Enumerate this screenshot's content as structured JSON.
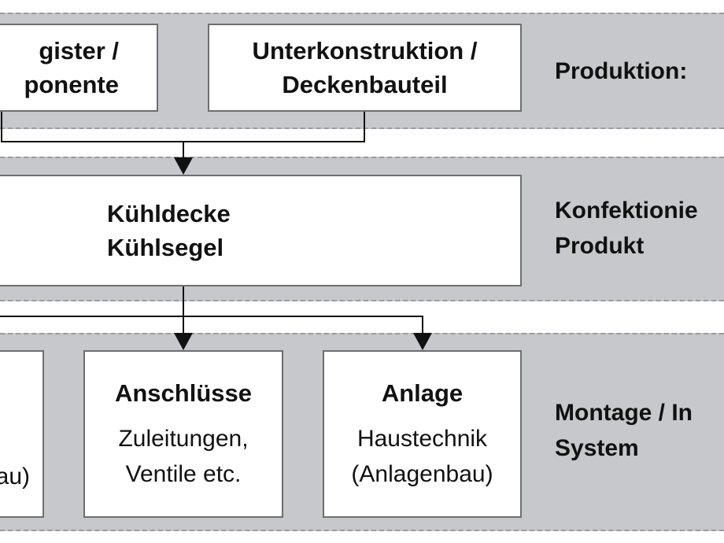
{
  "levels": [
    {
      "label": "Produktion:"
    },
    {
      "label_lines": [
        "Konfektionie",
        "Produkt"
      ]
    },
    {
      "label_lines": [
        "Montage / In",
        "System"
      ]
    }
  ],
  "boxes": {
    "register": {
      "lines": [
        "gister /",
        "ponente"
      ]
    },
    "unterkonstruktion": {
      "lines": [
        "Unterkonstruktion /",
        "Deckenbauteil"
      ]
    },
    "kuehldecke": {
      "lines": [
        "Kühldecke",
        "Kühlsegel"
      ]
    },
    "left_bottom": {
      "text": "au)"
    },
    "anschluesse": {
      "title": "Anschlüsse",
      "lines": [
        "Zuleitungen,",
        "Ventile etc."
      ]
    },
    "anlage": {
      "title": "Anlage",
      "lines": [
        "Haustechnik",
        "(Anlagenbau)"
      ]
    }
  },
  "colors": {
    "band": "#c7c8cc",
    "border": "#6e6e72"
  }
}
